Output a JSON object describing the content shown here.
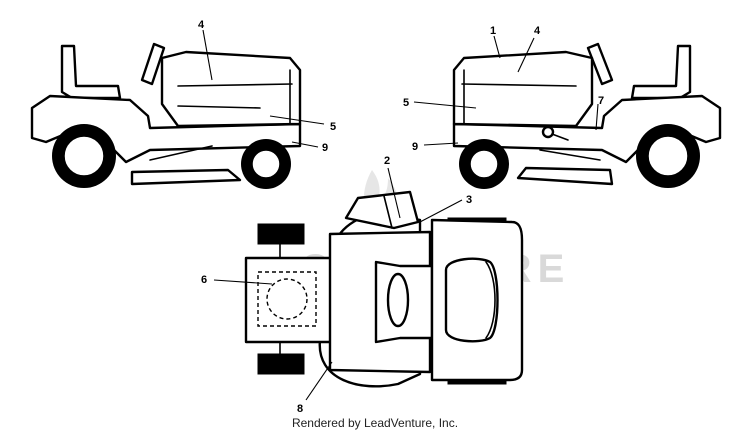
{
  "diagram": {
    "callouts": {
      "left_4": "4",
      "left_5": "5",
      "left_9": "9",
      "right_1": "1",
      "right_4": "4",
      "right_5": "5",
      "right_7": "7",
      "right_9": "9",
      "top_2": "2",
      "top_3": "3",
      "top_6": "6",
      "top_8": "8"
    },
    "watermark": "OVENTURE",
    "footer_credit": "Rendered by LeadVenture, Inc."
  }
}
